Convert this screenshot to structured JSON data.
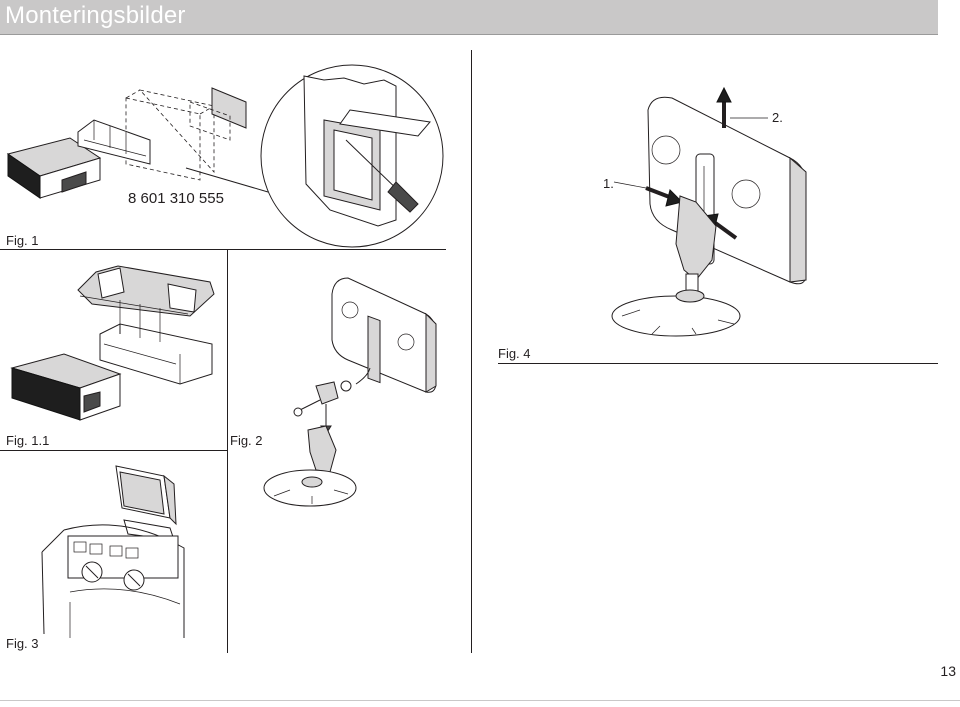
{
  "header": {
    "title": "Monteringsbilder",
    "bar_color": "#c9c8c8"
  },
  "figures": {
    "fig1": {
      "caption": "Fig. 1",
      "part_number": "8 601 310 555"
    },
    "fig1_1": {
      "caption": "Fig. 1.1"
    },
    "fig2": {
      "caption": "Fig. 2"
    },
    "fig3": {
      "caption": "Fig. 3"
    },
    "fig4": {
      "caption": "Fig. 4",
      "step1": "1.",
      "step2": "2."
    }
  },
  "footer": {
    "page_number": "13"
  }
}
